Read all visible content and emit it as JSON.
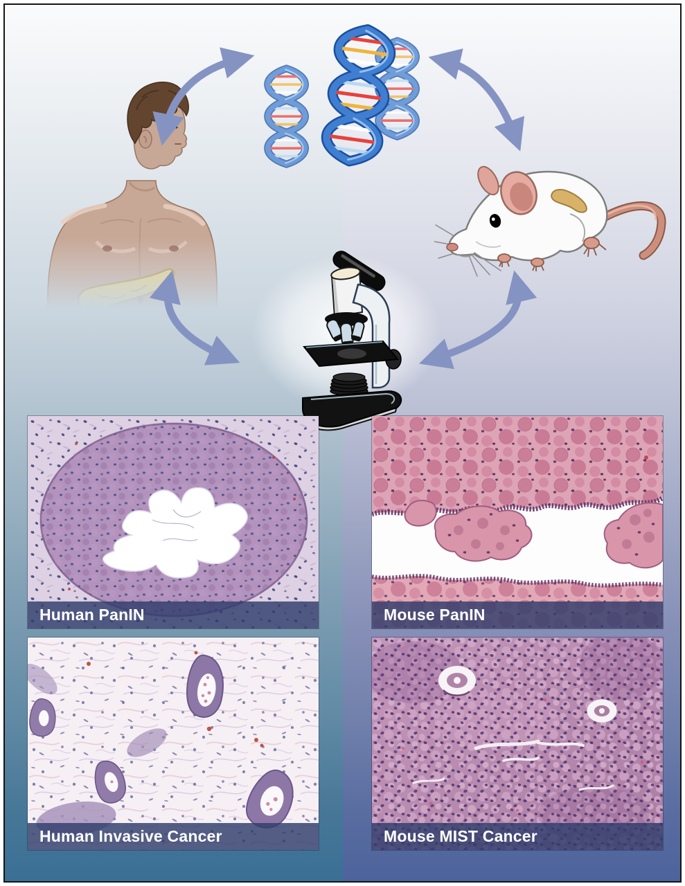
{
  "figure": {
    "panels": [
      {
        "id": "human-panin",
        "label": "Human PanIN"
      },
      {
        "id": "mouse-panin",
        "label": "Mouse PanIN"
      },
      {
        "id": "human-invasive",
        "label": "Human Invasive Cancer"
      },
      {
        "id": "mouse-mist",
        "label": "Mouse MIST Cancer"
      }
    ],
    "icons": [
      {
        "name": "human-figure-with-pancreas-icon"
      },
      {
        "name": "dna-double-helix-icon"
      },
      {
        "name": "lab-mouse-with-pancreas-icon"
      },
      {
        "name": "microscope-icon"
      },
      {
        "name": "cycle-arrow-icon",
        "count": 4
      }
    ],
    "colors": {
      "arrow": "#8593c3",
      "label_bar": "#303d6b",
      "label_text": "#ffffff",
      "background_left_bottom": "#3a7095",
      "background_right_bottom": "#4c639b",
      "pancreas_yellow": "#e8d184",
      "frame_border": "#141414"
    }
  }
}
